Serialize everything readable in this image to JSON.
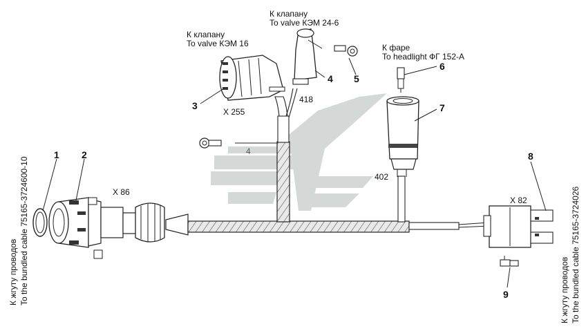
{
  "callouts": {
    "valve_kem16": {
      "ru": "К клапану",
      "en": "To valve КЭМ 16"
    },
    "valve_kem24": {
      "ru": "К клапану",
      "en": "To valve КЭМ 24-6"
    },
    "headlight": {
      "ru": "К фаре",
      "en": "To headlight ФГ 152-А"
    },
    "bundle_left": {
      "ru": "К жгуту проводов",
      "en": "To the bundled cable 75165-3724600-10"
    },
    "bundle_right": {
      "ru": "К жгуту проводов",
      "en": "To the bundled cable 75165-3724026"
    }
  },
  "connectors": {
    "x255": "X 255",
    "x86": "X 86",
    "x82": "X 82"
  },
  "wires": {
    "w418": "418",
    "w4": "4",
    "w402": "402"
  },
  "parts": [
    "1",
    "2",
    "3",
    "4",
    "5",
    "6",
    "7",
    "8",
    "9"
  ]
}
